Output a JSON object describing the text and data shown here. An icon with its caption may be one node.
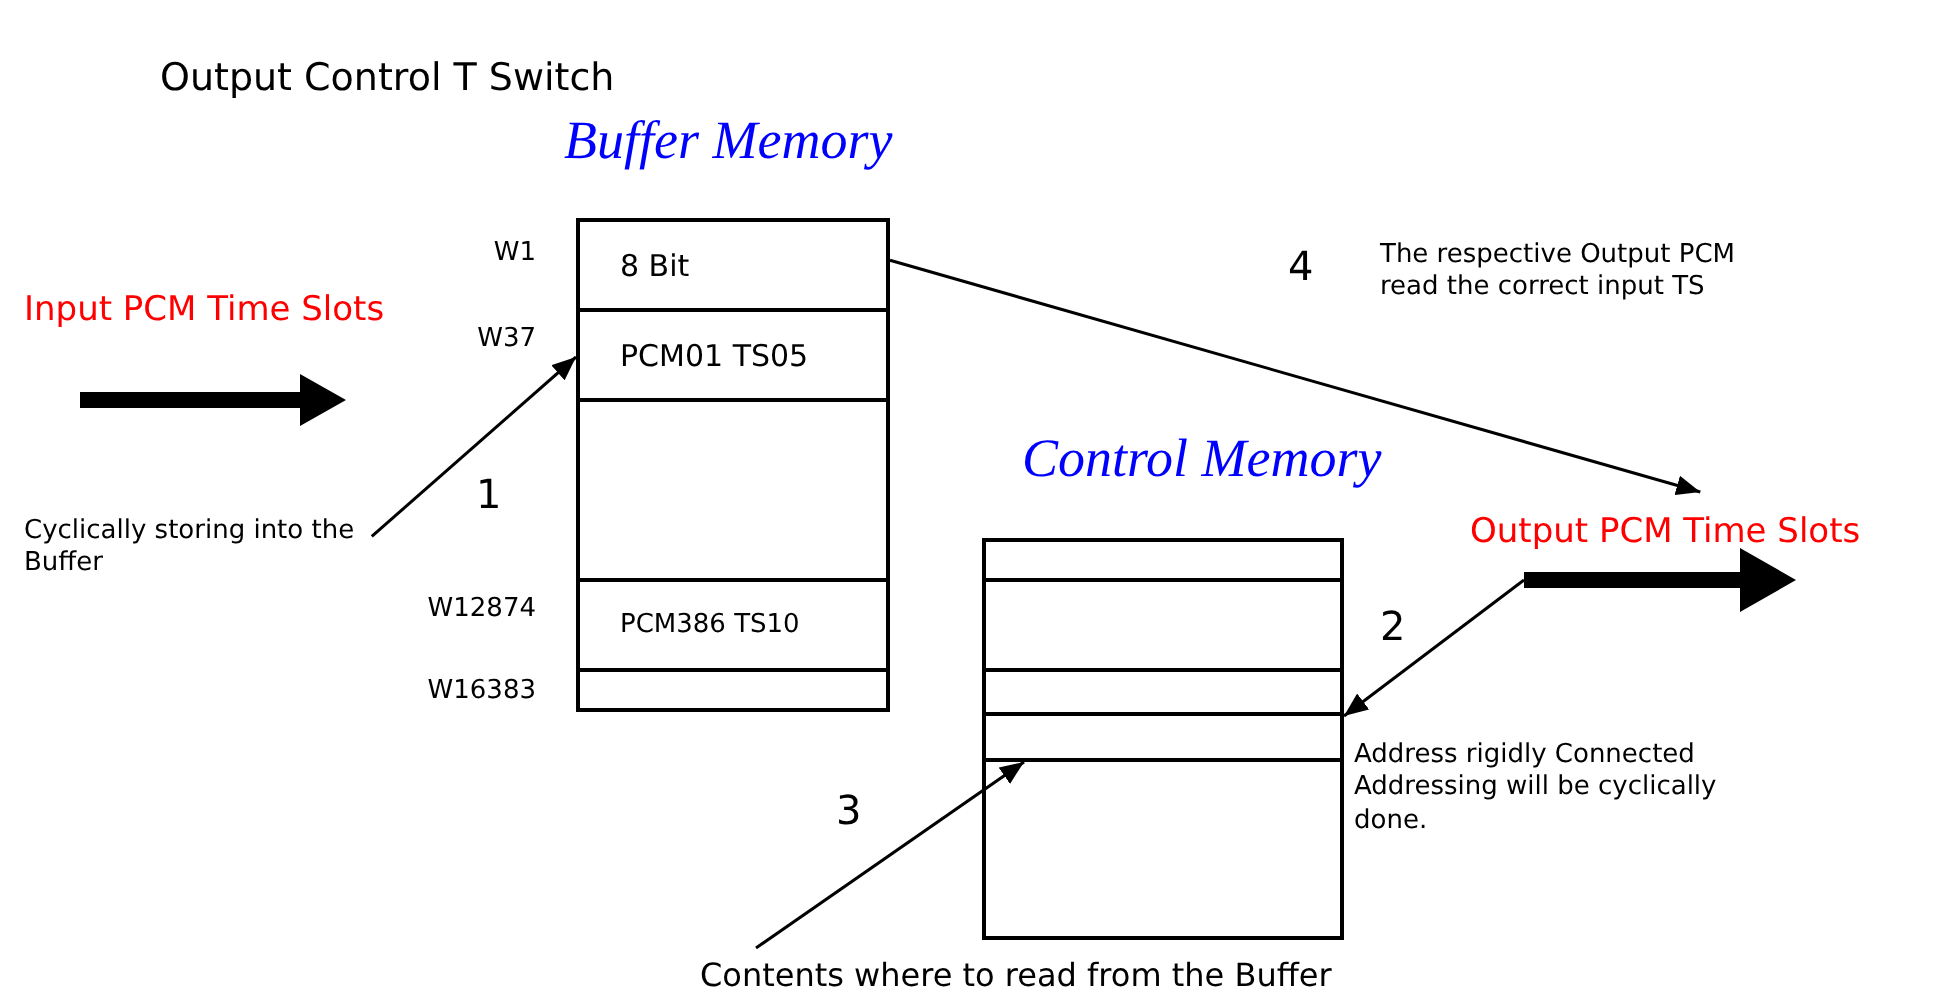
{
  "diagram": {
    "title": "Output Control T Switch",
    "nodes": [
      {
        "text": [
          "Buffer Memory"
        ]
      },
      {
        "text": [
          "8 Bit"
        ],
        "in": 0,
        "beside": [
          "W1"
        ]
      },
      {
        "text": [
          "PCM01 TS05"
        ],
        "in": 0,
        "beside": [
          "W37"
        ]
      },
      {
        "text": [],
        "shape": "box",
        "in": 0
      },
      {
        "text": [
          "PCM386 TS10"
        ],
        "in": 0,
        "beside": [
          "W12874"
        ]
      },
      {
        "text": [],
        "shape": "box",
        "in": 0,
        "beside": [
          "W16383"
        ]
      },
      {
        "text": [
          "Cyclically storing into the Buffer"
        ]
      },
      {
        "text": [
          "Control Memory"
        ]
      },
      {
        "text": [],
        "shape": "box",
        "in": 7
      },
      {
        "text": [],
        "shape": "box",
        "in": 7
      },
      {
        "text": [],
        "shape": "box",
        "in": 7
      },
      {
        "text": [],
        "shape": "box",
        "in": 7
      },
      {
        "text": [],
        "shape": "box",
        "in": 7
      },
      {
        "text": [
          "Output PCM Time Slots"
        ]
      },
      {
        "text": [],
        "shape": "arrow"
      },
      {
        "text": [
          "Contents where to read from the Buffer"
        ]
      }
    ],
    "edges": [
      {
        "from": 6,
        "to": 2,
        "arrow": "to",
        "label": "1"
      },
      {
        "from": 1,
        "to": 13,
        "arrow": "to",
        "label": "4"
      },
      {
        "from": 14,
        "to": 10,
        "arrow": "to",
        "label": "2"
      },
      {
        "from": 15,
        "to": 12,
        "arrow": "to",
        "label": "3"
      }
    ],
    "labels": [
      "Input PCM Time Slots",
      "The respective Output PCM read the correct input TS",
      "Address rigidly Connected Addressing will be cyclically done."
    ]
  }
}
